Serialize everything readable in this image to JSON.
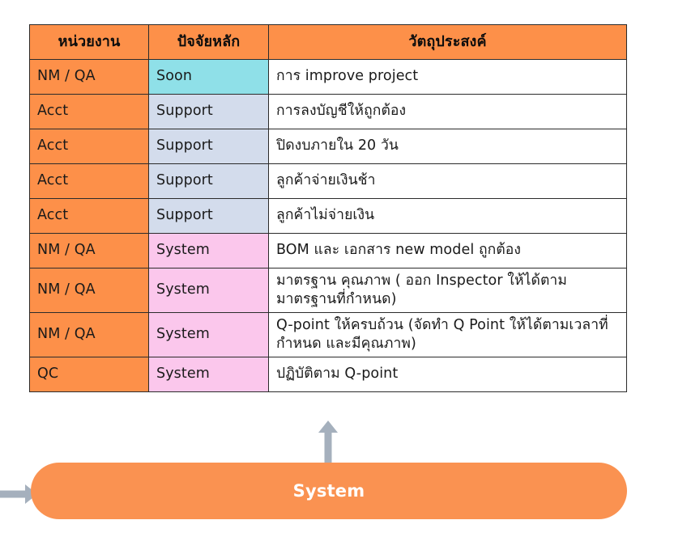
{
  "table": {
    "headers": {
      "unit": "หน่วยงาน",
      "factor": "ปัจจัยหลัก",
      "objective": "วัตถุประสงค์"
    },
    "rows": [
      {
        "unit": "NM / QA",
        "factor": "Soon",
        "tone": "soon",
        "objective": "การ improve project"
      },
      {
        "unit": "Acct",
        "factor": "Support",
        "tone": "support",
        "objective": "การลงบัญชีให้ถูกต้อง"
      },
      {
        "unit": "Acct",
        "factor": "Support",
        "tone": "support",
        "objective": "ปิดงบภายใน 20 วัน"
      },
      {
        "unit": "Acct",
        "factor": "Support",
        "tone": "support",
        "objective": "ลูกค้าจ่ายเงินช้า"
      },
      {
        "unit": "Acct",
        "factor": "Support",
        "tone": "support",
        "objective": "ลูกค้าไม่จ่ายเงิน"
      },
      {
        "unit": "NM / QA",
        "factor": "System",
        "tone": "system",
        "objective": "BOM และ เอกสาร new model ถูกต้อง"
      },
      {
        "unit": "NM / QA",
        "factor": "System",
        "tone": "system",
        "objective": "มาตรฐาน คุณภาพ ( ออก Inspector ให้ได้ตามมาตรฐานที่กำหนด)"
      },
      {
        "unit": "NM / QA",
        "factor": "System",
        "tone": "system",
        "objective": "Q-point ให้ครบถ้วน (จัดทำ Q Point ให้ได้ตามเวลาที่กำหนด และมีคุณภาพ)"
      },
      {
        "unit": "QC",
        "factor": "System",
        "tone": "system",
        "objective": "ปฏิบัติตาม Q-point"
      }
    ]
  },
  "flow": {
    "pill_label": "System",
    "up_arrow_icon": "arrow-up-icon",
    "left_arrow_icon": "arrow-right-icon"
  },
  "colors": {
    "orange": "#FD9049",
    "pill_orange": "#FA9251",
    "soon_cyan": "#8FE0E8",
    "support_blue": "#D3DCEC",
    "system_pink": "#FBC7EC",
    "arrow_grey": "#A5B0BD",
    "border": "#2b2b2b",
    "background": "#ffffff"
  }
}
